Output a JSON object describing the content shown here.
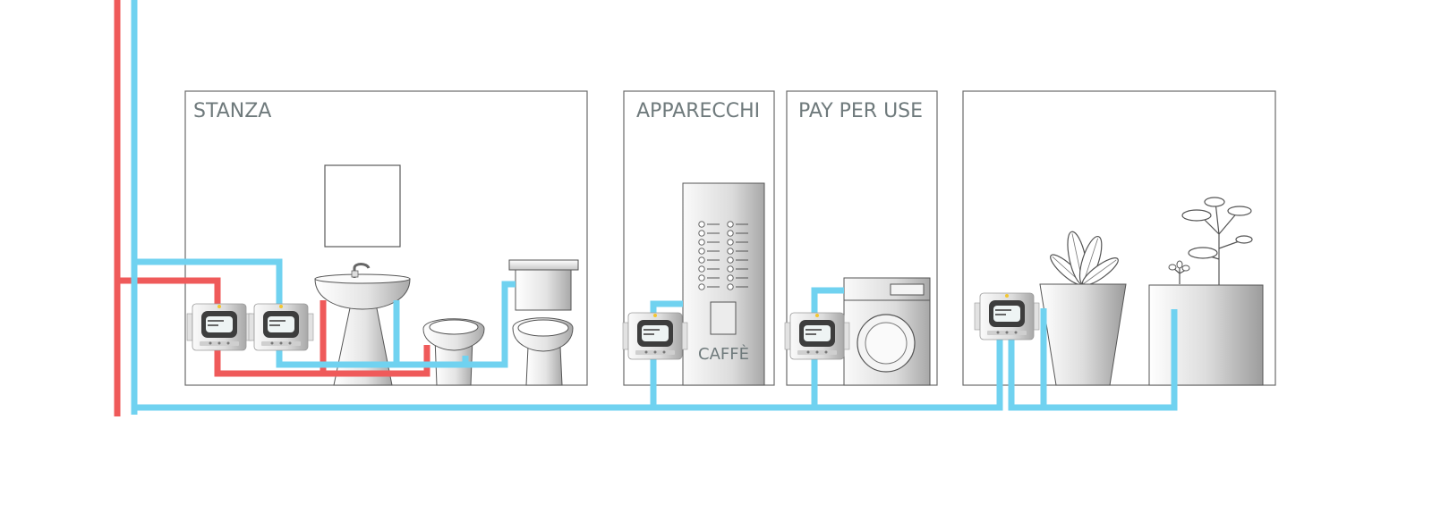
{
  "rooms": [
    {
      "label": "STANZA"
    },
    {
      "label": "APPARECCHI"
    },
    {
      "label": "PAY PER USE"
    },
    {
      "label": ""
    }
  ],
  "coffee_machine": {
    "label": "CAFFÈ"
  },
  "colors": {
    "hot_pipe": "#ef5a5a",
    "cold_pipe": "#70d2f0",
    "frame": "#6a6a6a",
    "label_text": "#6f7a7c"
  },
  "meters": [
    {
      "icon": "water-meter-icon"
    },
    {
      "icon": "water-meter-icon"
    },
    {
      "icon": "water-meter-icon"
    },
    {
      "icon": "water-meter-icon"
    },
    {
      "icon": "water-meter-icon"
    }
  ]
}
